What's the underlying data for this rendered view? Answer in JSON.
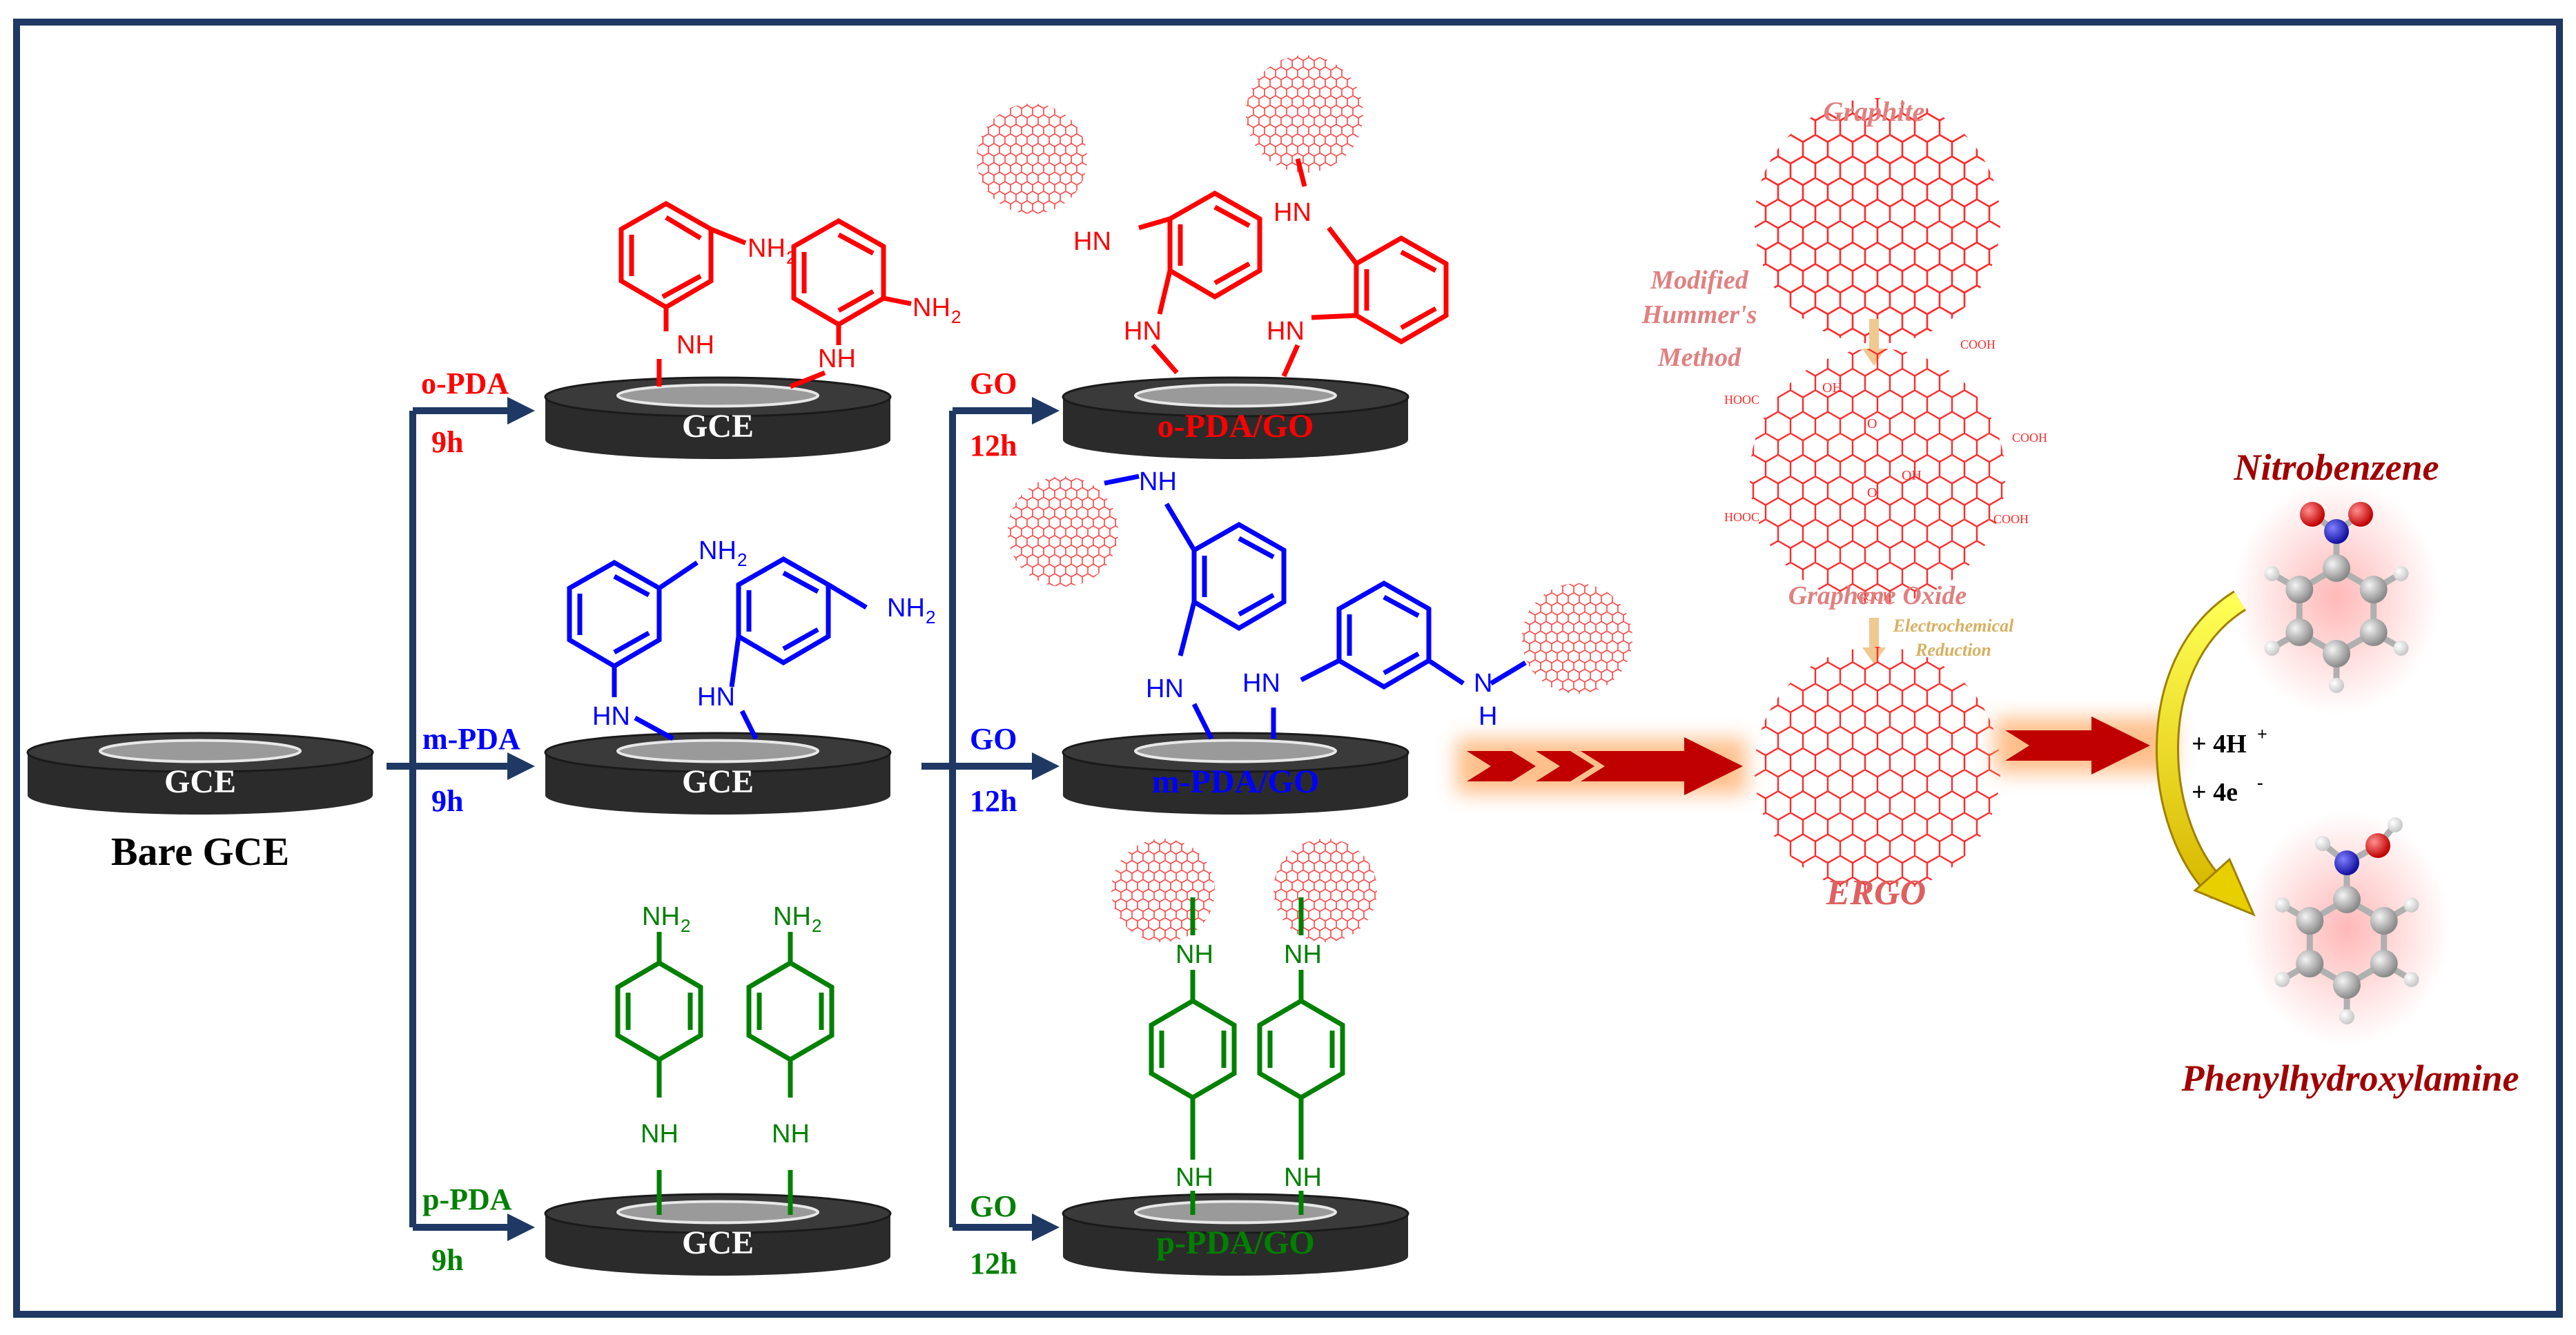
{
  "colors": {
    "frame": "#1f3864",
    "arrow_dark": "#1f3864",
    "ortho": "#ff0000",
    "meta": "#0000ff",
    "para": "#008000",
    "graphene": "#ff2a2a",
    "big_arrow": "#c00000",
    "reaction_arrow": "#e6e600",
    "title_text": "#c00000",
    "gold_text": "#c8a040"
  },
  "electrodes": {
    "bare": "GCE",
    "o_pda": "GCE",
    "m_pda": "GCE",
    "p_pda": "GCE",
    "o_pda_go": "o-PDA/GO",
    "m_pda_go": "m-PDA/GO",
    "p_pda_go": "p-PDA/GO"
  },
  "bare_label": "Bare GCE",
  "steps": {
    "o": {
      "reagent": "o-PDA",
      "time": "9h"
    },
    "m": {
      "reagent": "m-PDA",
      "time": "9h"
    },
    "p": {
      "reagent": "p-PDA",
      "time": "9h"
    },
    "go_o": {
      "reagent": "GO",
      "time": "12h"
    },
    "go_m": {
      "reagent": "GO",
      "time": "12h"
    },
    "go_p": {
      "reagent": "GO",
      "time": "12h"
    }
  },
  "chem": {
    "nh2": "NH",
    "sub2": "2",
    "nh": "NH",
    "hn": "HN",
    "h": "H",
    "n": "N",
    "cooh": "COOH",
    "hooc": "HOOC",
    "oh": "OH",
    "o": "O"
  },
  "ergo_panel": {
    "graphite": "Graphite",
    "method_line1": "Modified",
    "method_line2": "Hummer's",
    "method_line3": "Method",
    "graphene_oxide": "Graphene Oxide",
    "reduction_line1": "Electrochemical",
    "reduction_line2": "Reduction",
    "ergo": "ERGO"
  },
  "reaction": {
    "reactant": "Nitrobenzene",
    "product": "Phenylhydroxylamine",
    "protons": "+ 4H",
    "protons_sup": "+",
    "electrons": "+ 4e",
    "electrons_sup": "-"
  },
  "icons": [
    "hexagonal-lattice-icon",
    "nitrobenzene-molecule-icon",
    "phenylhydroxylamine-molecule-icon"
  ]
}
